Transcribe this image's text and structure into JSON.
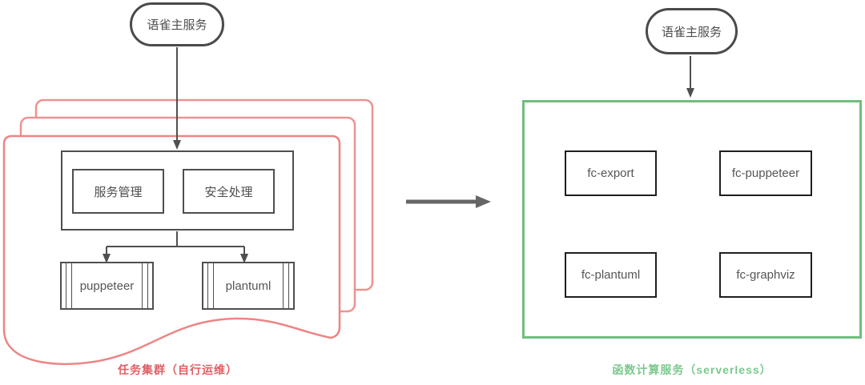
{
  "left_cluster": {
    "root_label": "语雀主服务",
    "service_box_label": "服务管理",
    "security_box_label": "安全处理",
    "component1_label": "puppeteer",
    "component2_label": "plantuml",
    "caption": "任务集群（自行运维）"
  },
  "right_cluster": {
    "root_label": "语雀主服务",
    "fc_boxes": [
      {
        "label": "fc-export"
      },
      {
        "label": "fc-puppeteer"
      },
      {
        "label": "fc-plantuml"
      },
      {
        "label": "fc-graphviz"
      }
    ],
    "caption": "函数计算服务（serverless）"
  },
  "colors": {
    "page_stack_border": "#ee9191",
    "caption_red": "#e05f63",
    "serverless_border": "#6fbe7d",
    "caption_green": "#7cc88e",
    "node_border_gray": "#4f4f4f",
    "node_border_dark": "#1f1f1f",
    "arrow_gray": "#4f4f4f"
  }
}
